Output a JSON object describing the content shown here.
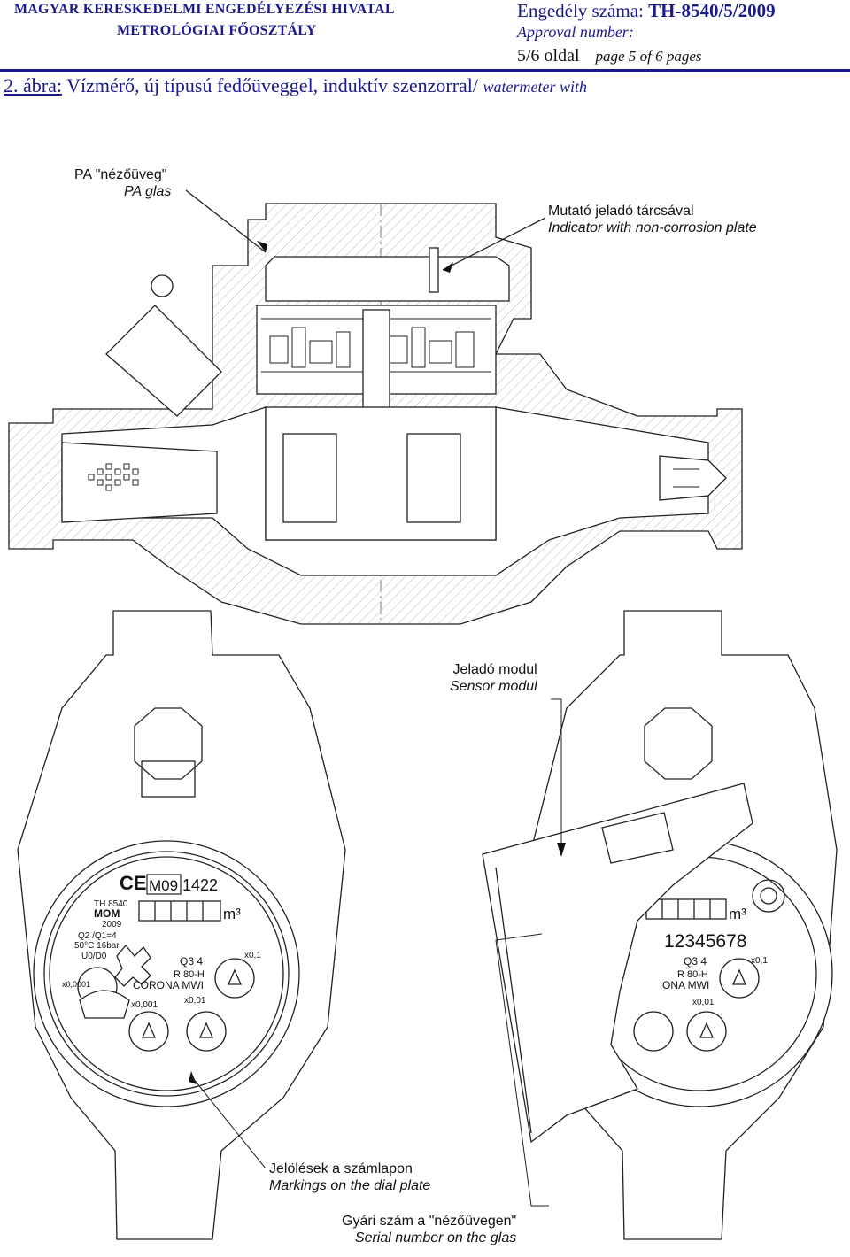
{
  "header": {
    "office_line1": "MAGYAR KERESKEDELMI ENGEDÉLYEZÉSI HIVATAL",
    "office_line2": "METROLÓGIAI FŐOSZTÁLY",
    "permit_label": "Engedély száma:",
    "permit_number": "TH-8540/5/2009",
    "approval_label": "Approval number:",
    "page_hu": "5/6 oldal",
    "page_en": "page 5 of 6 pages"
  },
  "caption": {
    "label": "2. ábra:",
    "text_hu": "Vízmérő, új típusú fedőüveggel, induktív szenzorral/",
    "text_en": "watermeter with"
  },
  "annotations": {
    "pa_glass_hu": "PA \"nézőüveg\"",
    "pa_glass_en": "PA glas",
    "indicator_hu": "Mutató jeladó tárcsával",
    "indicator_en": "Indicator with non-corrosion plate",
    "sensor_hu": "Jeladó modul",
    "sensor_en": "Sensor modul",
    "markings_hu": "Jelölések a számlapon",
    "markings_en": "Markings on the dial plate",
    "serial_hu": "Gyári szám a \"nézőüvegen\"",
    "serial_en": "Serial number on the glas"
  },
  "left_dial": {
    "ce_mark": "CE",
    "metrology_mark": "M09",
    "notified_body": "1422",
    "approval": "TH 8540",
    "office_logo": "MOM",
    "year": "2009",
    "ratio": "Q2 /Q1=4",
    "conditions": "50°C  16bar",
    "class": "U0/D0",
    "q3": "Q3  4",
    "size": "R 80-H",
    "model": "CORONA MWI",
    "unit": "m³",
    "mult_0001": "x0,0001",
    "mult_001": "x0,001",
    "mult_01": "x0,01",
    "mult_1": "x0,1"
  },
  "right_dial": {
    "serial": "12345678",
    "unit": "m³",
    "q3": "Q3  4",
    "size": "R 80-H",
    "model": "ONA MWI",
    "mult_01": "x0,01",
    "mult_1": "x0,1"
  }
}
